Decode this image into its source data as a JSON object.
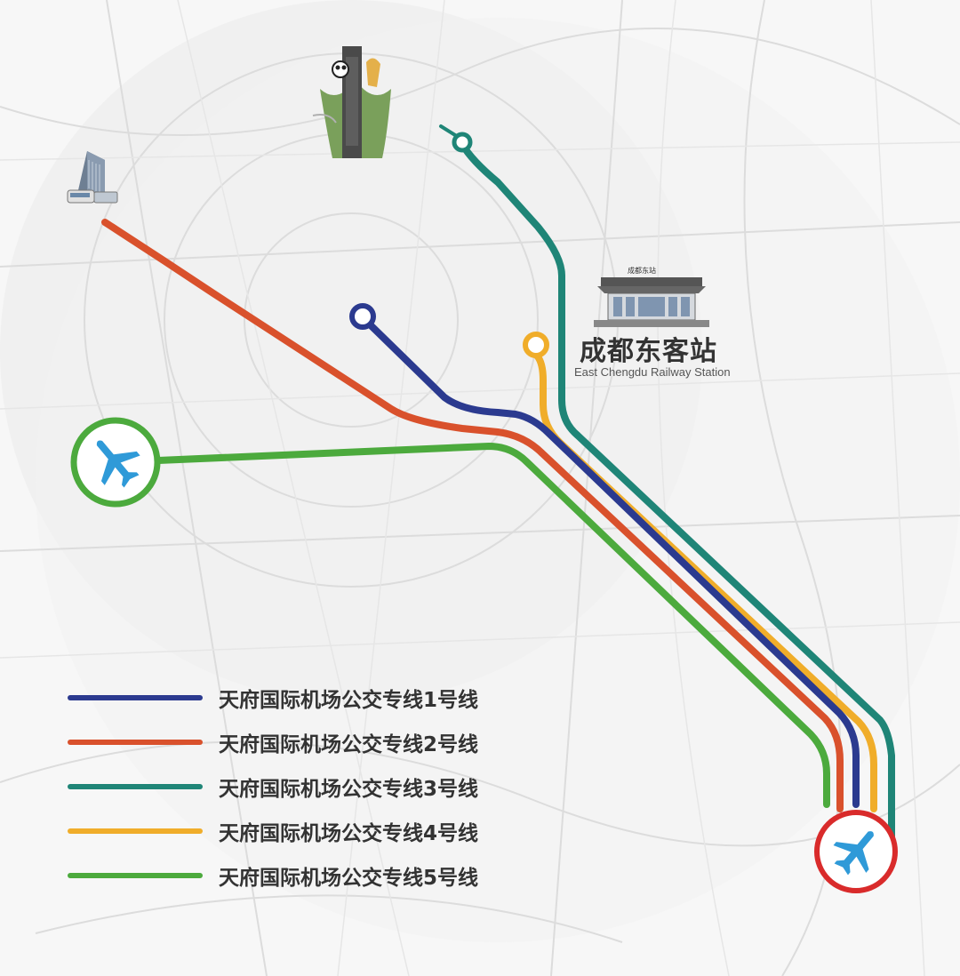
{
  "station": {
    "name_cn": "成都东客站",
    "name_en": "East Chengdu Railway Station",
    "sign_text": "成都东站"
  },
  "legend": [
    {
      "label": "天府国际机场公交专线1号线",
      "color": "#2b3a8f"
    },
    {
      "label": "天府国际机场公交专线2号线",
      "color": "#d9512c"
    },
    {
      "label": "天府国际机场公交专线3号线",
      "color": "#1f8577"
    },
    {
      "label": "天府国际机场公交专线4号线",
      "color": "#f0ad2a"
    },
    {
      "label": "天府国际机场公交专线5号线",
      "color": "#4caa3d"
    }
  ],
  "icons": {
    "airport_west": "plane-icon",
    "airport_tianfu": "plane-icon",
    "landmark": "panda-tower-icon",
    "bus_terminal": "office-tower-bus-icon",
    "railway_station": "railway-station-icon"
  },
  "colors": {
    "line1": "#2b3a8f",
    "line2": "#d9512c",
    "line3": "#1f8577",
    "line4": "#f0ad2a",
    "line5": "#4caa3d",
    "airport_ring_west": "#4caa3d",
    "airport_ring_tianfu": "#d92b2b",
    "plane": "#2f9ad8"
  }
}
